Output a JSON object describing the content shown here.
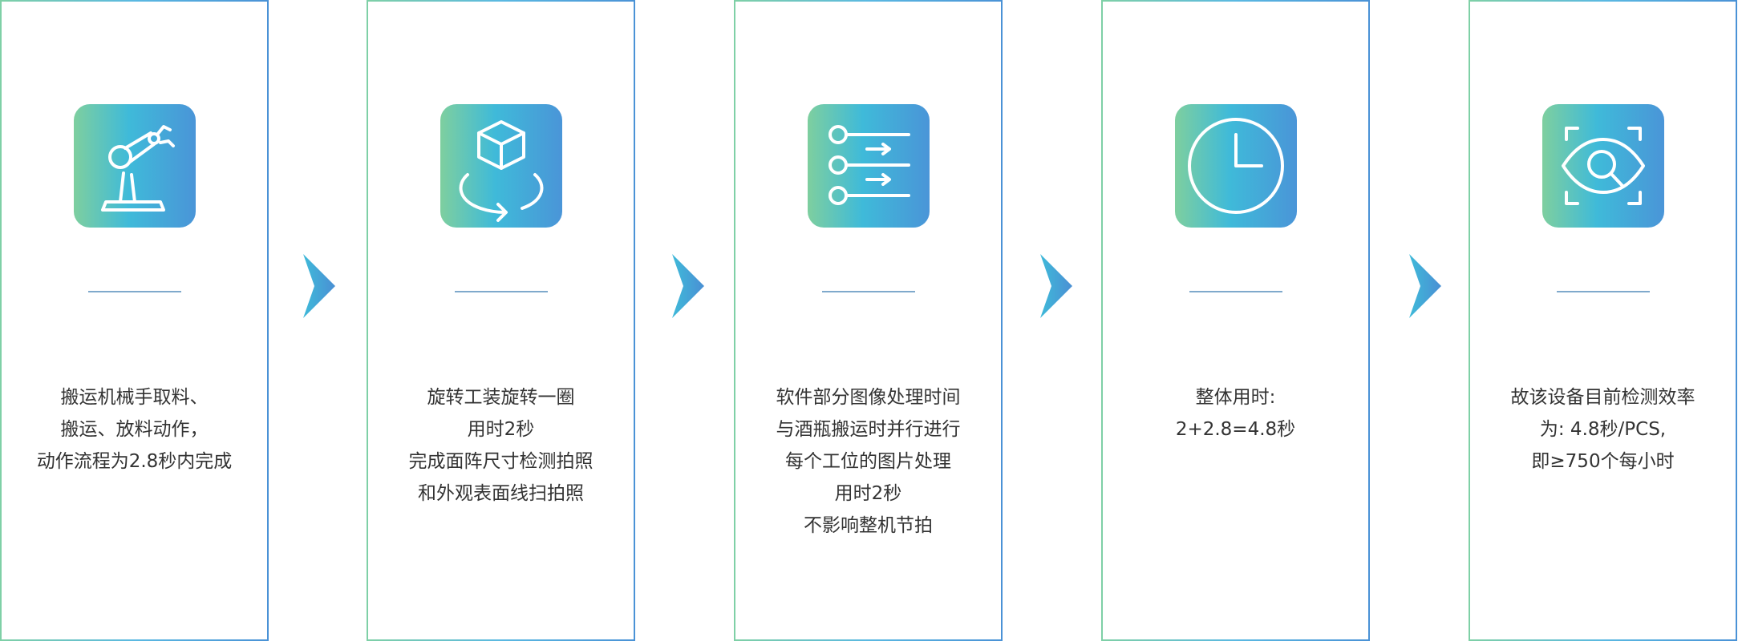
{
  "steps": [
    {
      "icon": "robot-arm-icon",
      "lines": [
        "搬运机械手取料、",
        "搬运、放料动作，",
        "动作流程为2.8秒内完成"
      ]
    },
    {
      "icon": "rotate-cube-icon",
      "lines": [
        "旋转工装旋转一圈",
        "用时2秒",
        "完成面阵尺寸检测拍照",
        "和外观表面线扫拍照"
      ]
    },
    {
      "icon": "parallel-process-icon",
      "lines": [
        "软件部分图像处理时间",
        "与酒瓶搬运时并行进行",
        "每个工位的图片处理",
        "用时2秒",
        "不影响整机节拍"
      ]
    },
    {
      "icon": "clock-icon",
      "lines": [
        "整体用时:",
        "2+2.8=4.8秒"
      ]
    },
    {
      "icon": "eye-inspect-icon",
      "lines": [
        "故该设备目前检测效率",
        "为: 4.8秒/PCS,",
        "即≥750个每小时"
      ]
    }
  ],
  "colors": {
    "gradient_start": "#7ecf9f",
    "gradient_mid": "#3fbad9",
    "gradient_end": "#4a95d8",
    "text": "#333333",
    "divider": "#7fa9cc"
  }
}
